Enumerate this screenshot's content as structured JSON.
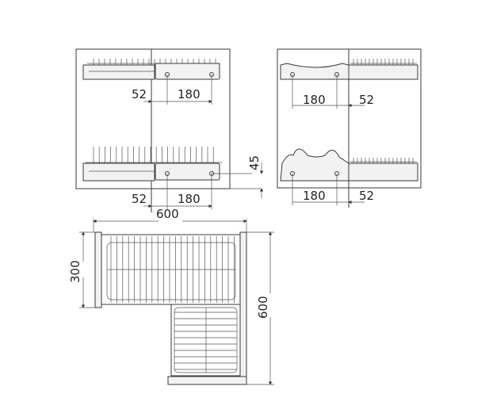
{
  "title": "Corner dish rack technical drawing",
  "front_left": {
    "offset_top": "52",
    "spacing_top": "180",
    "offset_bottom": "52",
    "spacing_bottom": "180",
    "height_offset": "45"
  },
  "front_right": {
    "spacing_top": "180",
    "offset_top": "52",
    "spacing_bottom": "180",
    "offset_bottom": "52"
  },
  "plan": {
    "width": "600",
    "depth_short": "300",
    "depth_long": "600"
  },
  "colors": {
    "line": "#3a3a3a",
    "background": "#ffffff"
  }
}
